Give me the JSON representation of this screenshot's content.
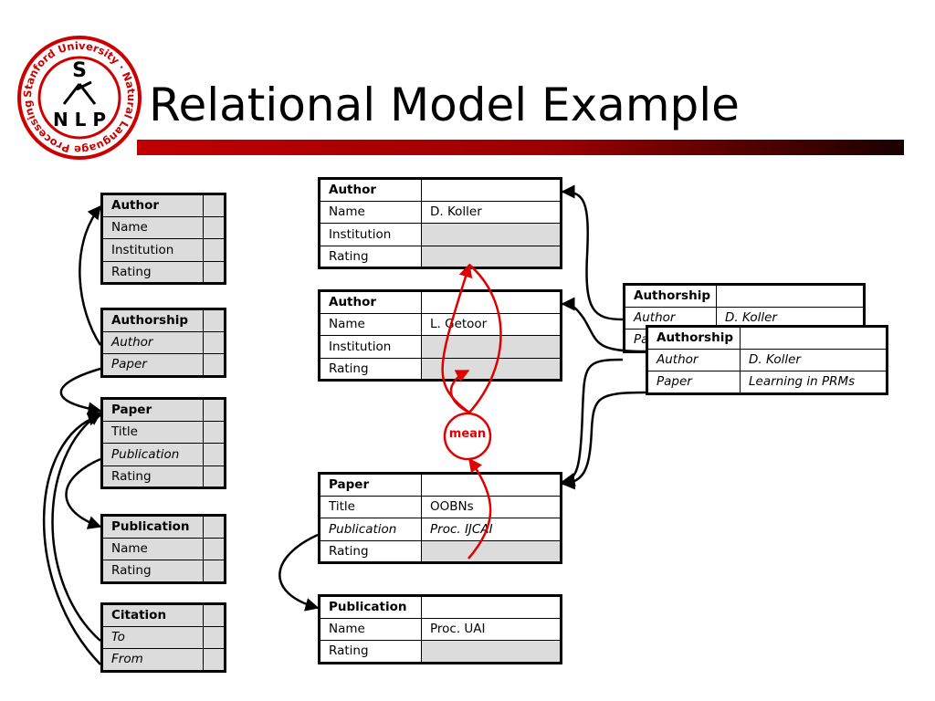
{
  "slide": {
    "title": "Relational Model Example"
  },
  "logo": {
    "ring_text": "Stanford University · Natural Language Processing ·",
    "top_letter": "S",
    "bottom_letters": "N L P",
    "color": "#cc0000"
  },
  "colors": {
    "accent": "#cc0000",
    "shaded_cell": "#dcdcdc",
    "border": "#000000"
  },
  "schema": {
    "author": {
      "header": "Author",
      "attrs": [
        "Name",
        "Institution",
        "Rating"
      ]
    },
    "authorship": {
      "header": "Authorship",
      "attrs": [
        "Author",
        "Paper"
      ]
    },
    "paper": {
      "header": "Paper",
      "attrs": [
        "Title",
        "Publication",
        "Rating"
      ]
    },
    "publication": {
      "header": "Publication",
      "attrs": [
        "Name",
        "Rating"
      ]
    },
    "citation": {
      "header": "Citation",
      "attrs": [
        "To",
        "From"
      ]
    }
  },
  "instances": {
    "author1": {
      "header": "Author",
      "rows": [
        {
          "attr": "Name",
          "value": "D. Koller"
        },
        {
          "attr": "Institution",
          "value": ""
        },
        {
          "attr": "Rating",
          "value": ""
        }
      ]
    },
    "author2": {
      "header": "Author",
      "rows": [
        {
          "attr": "Name",
          "value": "L. Getoor"
        },
        {
          "attr": "Institution",
          "value": ""
        },
        {
          "attr": "Rating",
          "value": ""
        }
      ]
    },
    "paper": {
      "header": "Paper",
      "rows": [
        {
          "attr": "Title",
          "value": "OOBNs"
        },
        {
          "attr": "Publication",
          "value": "Proc. IJCAI"
        },
        {
          "attr": "Rating",
          "value": ""
        }
      ]
    },
    "publication": {
      "header": "Publication",
      "rows": [
        {
          "attr": "Name",
          "value": "Proc. UAI"
        },
        {
          "attr": "Rating",
          "value": ""
        }
      ]
    },
    "authorship_back": {
      "header": "Authorship",
      "rows": [
        {
          "attr": "Author",
          "value": "D. Koller"
        },
        {
          "attr": "Paper",
          "value": ""
        }
      ]
    },
    "authorship_front": {
      "header": "Authorship",
      "rows": [
        {
          "attr": "Author",
          "value": "D. Koller"
        },
        {
          "attr": "Paper",
          "value": "Learning in PRMs"
        }
      ]
    }
  },
  "aggregate": {
    "label": "mean"
  }
}
